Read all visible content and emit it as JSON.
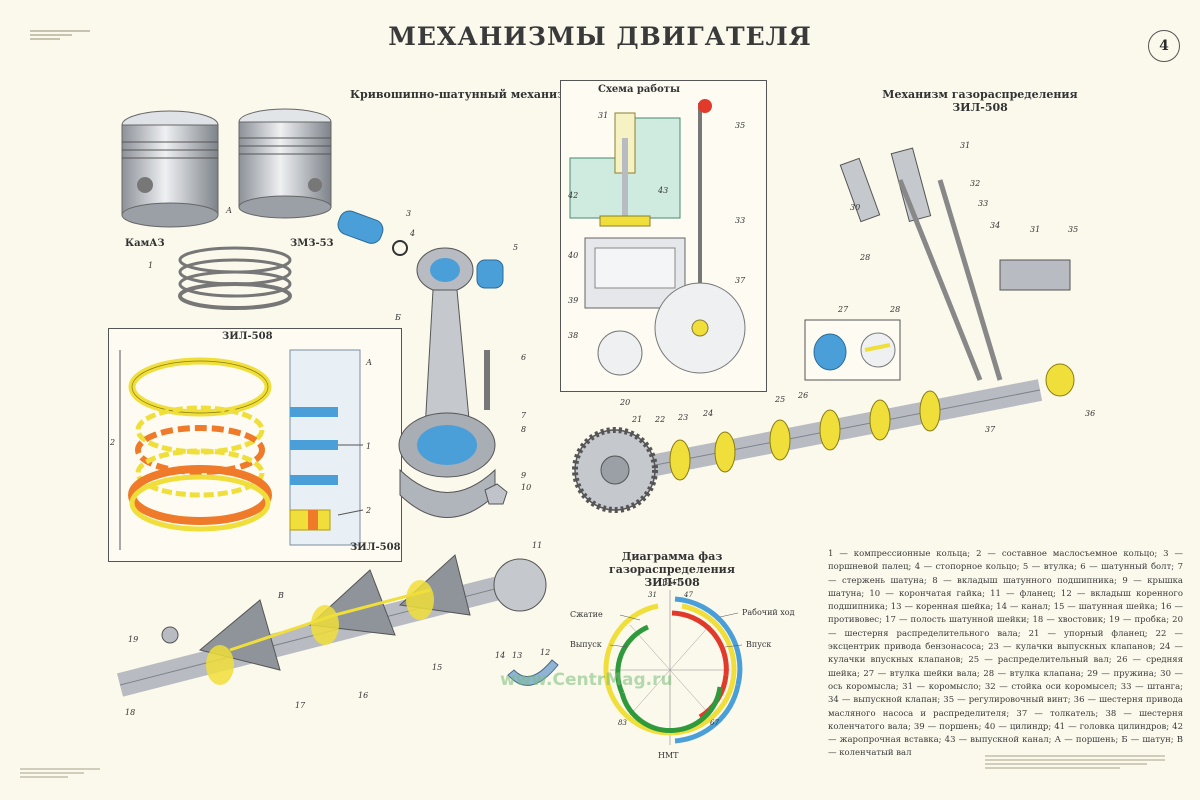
{
  "title": "МЕХАНИЗМЫ ДВИГАТЕЛЯ",
  "page_number": "4",
  "sections": {
    "crank": "Кривошипно-шатунный механизм",
    "scheme": "Схема работы",
    "valve_line1": "Механизм газораспределения",
    "valve_line2": "ЗИЛ-508",
    "rings_box": "ЗИЛ-508",
    "conrod": "ЗИЛ-508",
    "diagram_line1": "Диаграмма фаз газораспределения",
    "diagram_line2": "ЗИЛ-508"
  },
  "pistons": {
    "left": "КамАЗ",
    "right": "ЗМЗ-53"
  },
  "diagram_labels": {
    "top": "ВМТ",
    "bottom": "НМТ",
    "compression": "Сжатие",
    "exhaust": "Выпуск",
    "working": "Рабочий ход",
    "intake": "Впуск",
    "deg_tl": "31",
    "deg_tr": "47",
    "deg_bl": "83",
    "deg_br": "67"
  },
  "watermark": "www.CentrMag.ru",
  "legend": "1 — компрессионные кольца; 2 — составное маслосъемное кольцо; 3 — поршневой палец; 4 — стопорное кольцо; 5 — втулка; 6 — шатунный болт; 7 — стержень шатуна; 8 — вкладыш шатунного подшипника; 9 — крышка шатуна; 10 — корончатая гайка; 11 — фланец; 12 — вкладыш коренного подшипника; 13 — коренная шейка; 14 — канал; 15 — шатунная шейка; 16 — противовес; 17 — полость шатунной шейки; 18 — хвостовик; 19 — пробка; 20 — шестерня распределительного вала; 21 — упорный фланец; 22 — эксцентрик привода бензонасоса; 23 — кулачки выпускных клапанов; 24 — кулачки впускных клапанов; 25 — распределительный вал; 26 — средняя шейка; 27 — втулка шейки вала; 28 — втулка клапана; 29 — пружина; 30 — ось коромысла; 31 — коромысло; 32 — стойка оси коромысел; 33 — штанга; 34 — выпускной клапан; 35 — регулировочный винт; 36 — шестерня привода масляного насоса и распределителя; 37 — толкатель; 38 — шестерня коленчатого вала; 39 — поршень; 40 — цилиндр; 41 — головка цилиндров; 42 — жаропрочная вставка; 43 — выпускной канал; А — поршень; Б — шатун; В — коленчатый вал",
  "colors": {
    "yellow": "#f0de3a",
    "blue": "#4a9fd8",
    "red": "#e23a2a",
    "green": "#2f9a3c",
    "orange": "#ee7a2a",
    "steel": "#b8bcc2"
  }
}
